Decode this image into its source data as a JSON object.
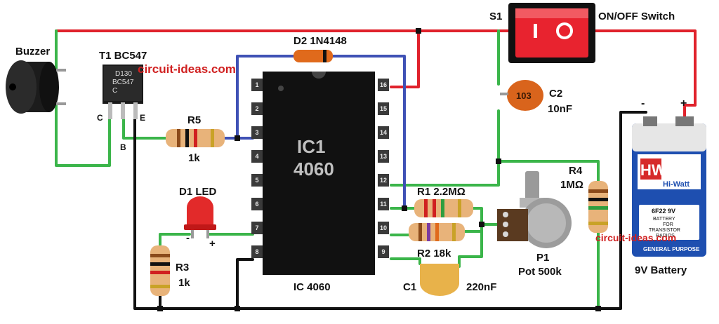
{
  "labels": {
    "buzzer": "Buzzer",
    "t1": "T1 BC547",
    "t1_pin_c": "C",
    "t1_pin_b": "B",
    "t1_pin_e": "E",
    "t1_body_1": "D130",
    "t1_body_2": "BC547",
    "t1_body_3": "C",
    "watermark": "circuit-ideas.com",
    "d2": "D2 1N4148",
    "s1": "S1",
    "switch": "ON/OFF Switch",
    "r5": "R5",
    "r5_value": "1k",
    "ic1_line1": "IC1",
    "ic1_line2": "4060",
    "ic_caption": "IC 4060",
    "d1": "D1 LED",
    "led_minus": "-",
    "led_plus": "+",
    "r3": "R3",
    "r3_value": "1k",
    "c2": "C2",
    "c2_value": "10nF",
    "c2_code": "103",
    "r4": "R4",
    "r4_value": "1MΩ",
    "r1": "R1 2.2MΩ",
    "r2": "R2 18k",
    "c1": "C1",
    "c1_value": "220nF",
    "p1": "P1",
    "p1_value": "Pot 500k",
    "battery": "9V Battery",
    "battery_minus": "-",
    "battery_plus": "+",
    "battery_brand": "HW",
    "battery_brand2": "Hi-Watt",
    "battery_model": "6F22 9V",
    "battery_text1": "BATTERY",
    "battery_text2": "FOR",
    "battery_text3": "TRANSISTOR",
    "battery_text4": "RADIOS",
    "battery_text5": "GENERAL PURPOSE",
    "watermark2": "circuit-ideas.com"
  },
  "ic_pins_left": [
    "1",
    "2",
    "3",
    "4",
    "5",
    "6",
    "7",
    "8"
  ],
  "ic_pins_right": [
    "16",
    "15",
    "14",
    "13",
    "12",
    "11",
    "10",
    "9"
  ],
  "colors": {
    "red_wire": "#e0222c",
    "green_wire": "#3bb54a",
    "blue_wire": "#3f51b5",
    "black_wire": "#111111",
    "switch_red": "#e8232f",
    "ic_body": "#111111",
    "c2_orange": "#d9641c",
    "c1_yellow": "#e8b24a",
    "battery_blue": "#1e4fb0",
    "battery_red": "#d62a2a",
    "watermark": "#d02020"
  }
}
